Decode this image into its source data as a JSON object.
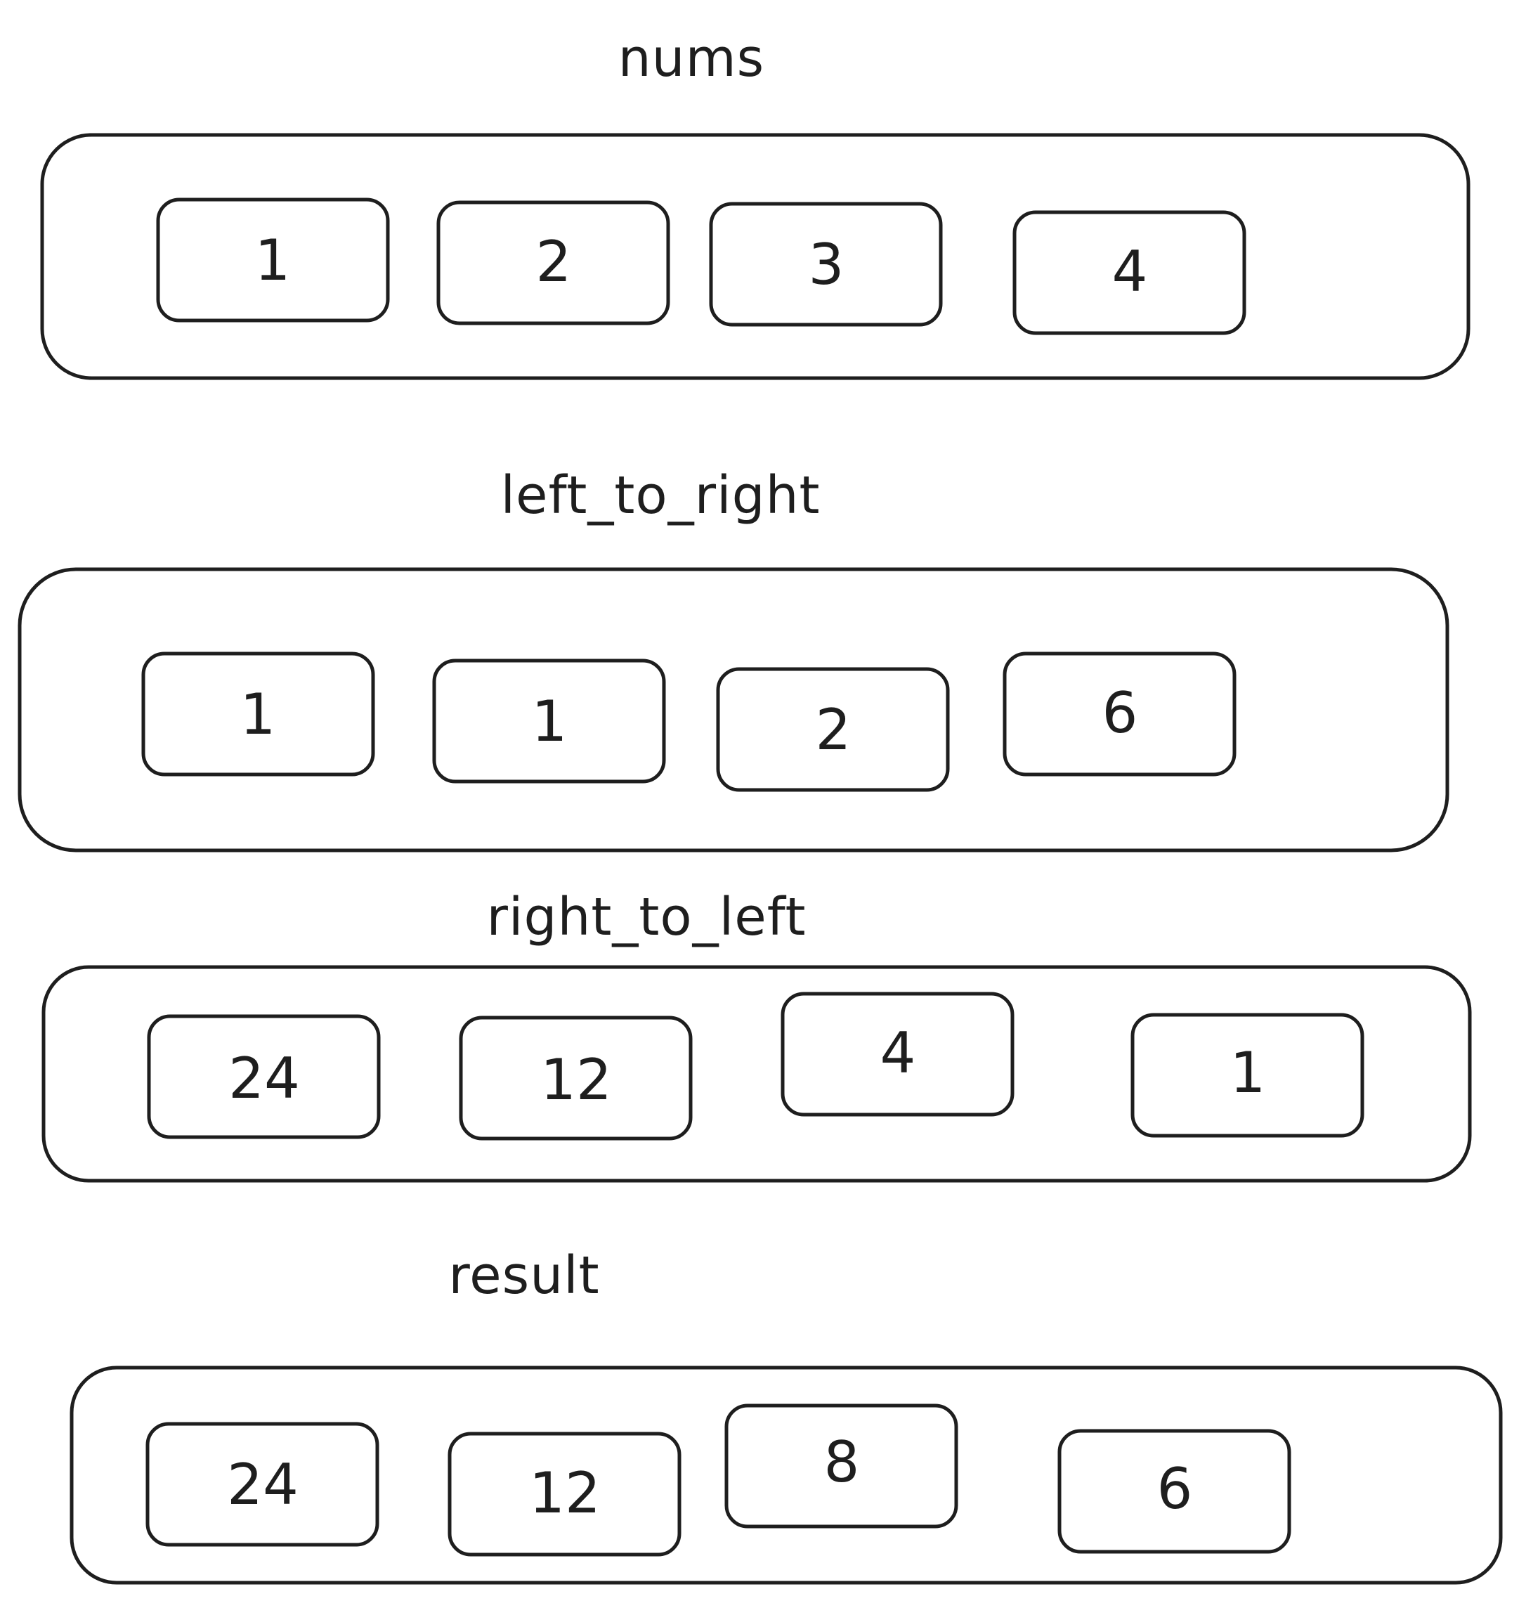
{
  "arrays": [
    {
      "id": "nums",
      "label": "nums",
      "values": [
        "1",
        "2",
        "3",
        "4"
      ]
    },
    {
      "id": "left-to-right",
      "label": "left_to_right",
      "values": [
        "1",
        "1",
        "2",
        "6"
      ]
    },
    {
      "id": "right-to-left",
      "label": "right_to_left",
      "values": [
        "24",
        "12",
        "4",
        "1"
      ]
    },
    {
      "id": "result",
      "label": "result",
      "values": [
        "24",
        "12",
        "8",
        "6"
      ]
    }
  ]
}
